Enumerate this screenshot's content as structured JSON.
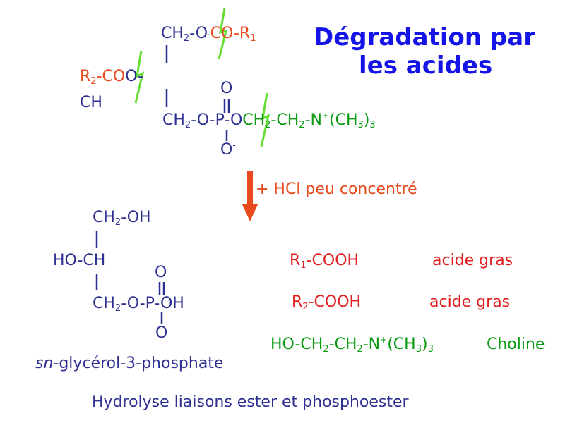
{
  "title": {
    "line1": "Dégradation par",
    "line2": "les acides"
  },
  "lipid": {
    "top_ch2": "CH",
    "top_sub2": "2",
    "top_o": "-O",
    "top_dot": "-",
    "top_acyl": "CO-R",
    "top_acyl_sub": "1",
    "r2": "R",
    "r2_sub": "2",
    "r2_co": "-CO",
    "r2_o": "O-",
    "ch": "CH",
    "bottom_ch2": "CH",
    "bottom_sub2": "2",
    "bottom_chain": "-O-P-O",
    "phos_top_o": "O",
    "phos_bottom_o": "O",
    "phos_bottom_charge": "-",
    "choline_part": "CH",
    "choline_sub1": "2",
    "choline_mid": "-CH",
    "choline_sub2": "2",
    "choline_n": "-N",
    "choline_plus": "+",
    "choline_me": "(CH",
    "choline_me_sub": "3",
    "choline_close": ")",
    "choline_close_sub": "3"
  },
  "reagent": "+ HCl peu concentré",
  "glycerol": {
    "line1_a": "CH",
    "line1_sub": "2",
    "line1_b": "-OH",
    "line2": "HO-CH",
    "phos_top_o": "O",
    "line3_a": "CH",
    "line3_sub": "2",
    "line3_b": "-O-P-OH",
    "phos_bottom_o": "O",
    "phos_bottom_charge": "-",
    "name_italic": "sn",
    "name_rest": "-glycérol-3-phosphate"
  },
  "products": [
    {
      "formula": "R",
      "sub": "1",
      "rest": "-COOH",
      "label": "acide gras"
    },
    {
      "formula": "R",
      "sub": "2",
      "rest": "-COOH",
      "label": "acide gras"
    }
  ],
  "choline_product": {
    "a": "HO-CH",
    "sub1": "2",
    "b": "-CH",
    "sub2": "2",
    "c": "-N",
    "plus": "+",
    "d": "(CH",
    "sub3": "3",
    "e": ")",
    "sub4": "3",
    "label": "Choline"
  },
  "footer": "Hydrolyse liaisons ester et phosphoester",
  "colors": {
    "navy": "#2e3192",
    "orange": "#e8491d",
    "green": "#0a9a12",
    "red": "#e02020",
    "title_blue": "#1414e6",
    "cleavage_green": "#66dd33"
  }
}
